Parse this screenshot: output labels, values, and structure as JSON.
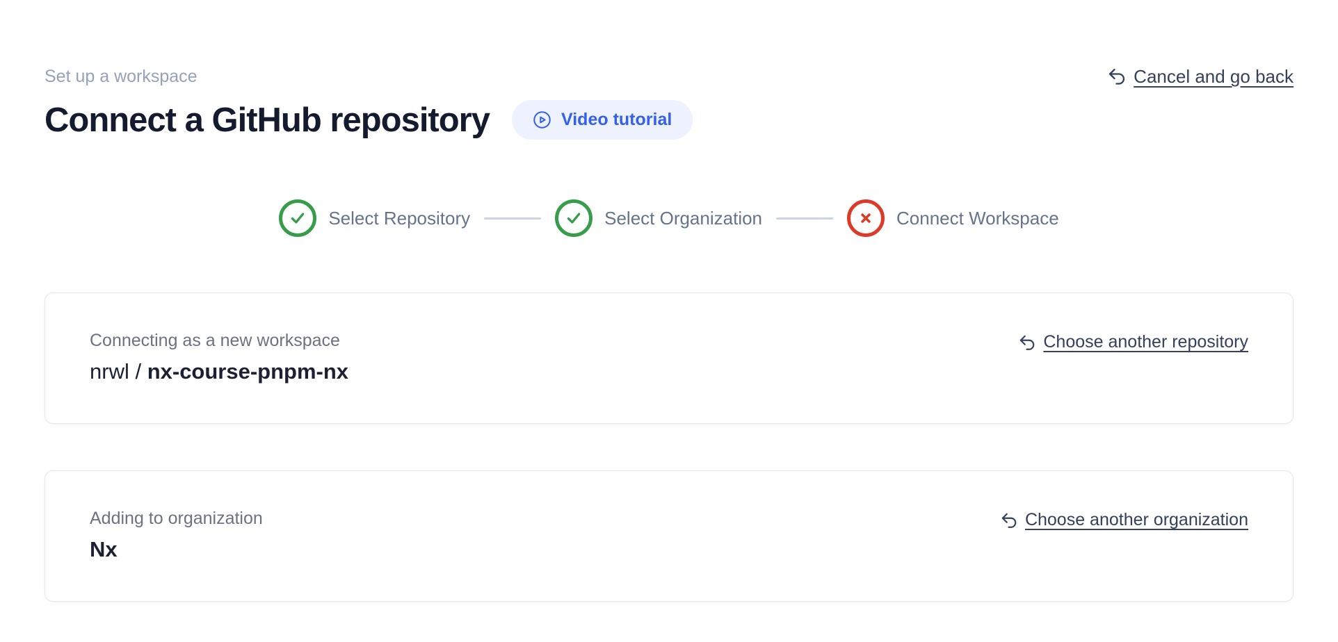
{
  "header": {
    "eyebrow": "Set up a workspace",
    "title": "Connect a GitHub repository",
    "video_tutorial_label": "Video tutorial",
    "cancel_link_label": "Cancel and go back"
  },
  "stepper": {
    "steps": [
      {
        "label": "Select Repository",
        "status": "success",
        "icon": "check-circle"
      },
      {
        "label": "Select Organization",
        "status": "success",
        "icon": "check-circle"
      },
      {
        "label": "Connect Workspace",
        "status": "error",
        "icon": "x-circle"
      }
    ]
  },
  "repository_card": {
    "label": "Connecting as a new workspace",
    "owner": "nrwl / ",
    "repo": "nx-course-pnpm-nx",
    "change_link_label": "Choose another repository"
  },
  "organization_card": {
    "label": "Adding to organization",
    "name": "Nx",
    "change_link_label": "Choose another organization"
  },
  "colors": {
    "accent": "#3560e8",
    "accent_soft": "#eef2ff",
    "success": "#379d4b",
    "error": "#dc3b2a"
  }
}
